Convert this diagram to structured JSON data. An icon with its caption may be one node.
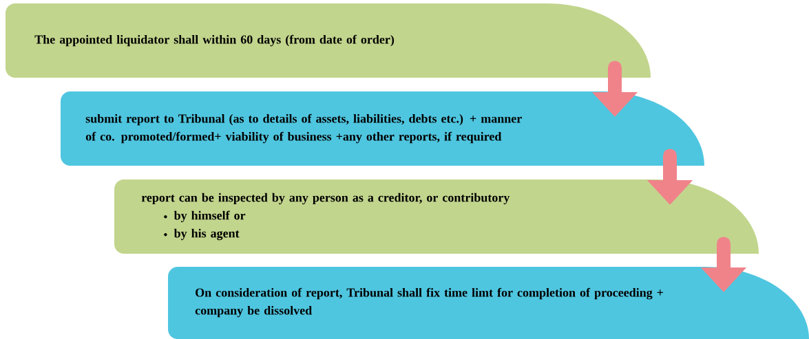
{
  "diagram": {
    "nodes": [
      {
        "text": [
          "The appointed liquidator shall within 60 days (from date of order)"
        ]
      },
      {
        "text": [
          "submit report to Tribunal (as to details of assets, liabilities, debts etc.) + manner of co. promoted/formed+ viability of business +any other reports, if required"
        ]
      },
      {
        "text": [
          "report can be inspected by any person as a creditor, or contributory",
          "by himself or",
          "by his agent"
        ]
      },
      {
        "text": [
          "On consideration of report, Tribunal shall fix time limt for completion of proceeding + company be dissolved"
        ]
      }
    ],
    "edges": [
      {
        "from": 0,
        "to": 1,
        "arrow": "to"
      },
      {
        "from": 1,
        "to": 2,
        "arrow": "to"
      },
      {
        "from": 2,
        "to": 3,
        "arrow": "to"
      }
    ]
  }
}
